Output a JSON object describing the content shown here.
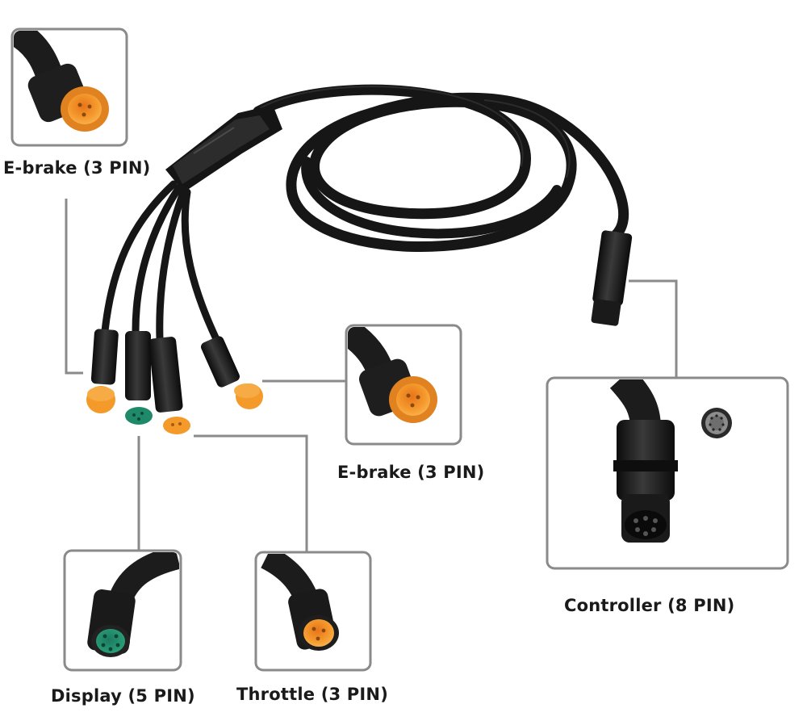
{
  "labels": {
    "ebrake_top": "E-brake (3 PIN)",
    "ebrake_mid": "E-brake (3 PIN)",
    "controller": "Controller (8 PIN)",
    "display": "Display (5 PIN)",
    "throttle": "Throttle (3 PIN)"
  },
  "colors": {
    "cable": "#161616",
    "ebrake_plug": "#f39a2a",
    "display_plug": "#1f8a6a",
    "throttle_plug": "#f7972d",
    "callout_frame": "#8a8a8a",
    "leader_line": "#8a8a8a"
  },
  "icons": [
    "ebrake-connector-icon",
    "display-connector-icon",
    "throttle-connector-icon",
    "controller-connector-icon",
    "controller-pin-face-icon"
  ]
}
